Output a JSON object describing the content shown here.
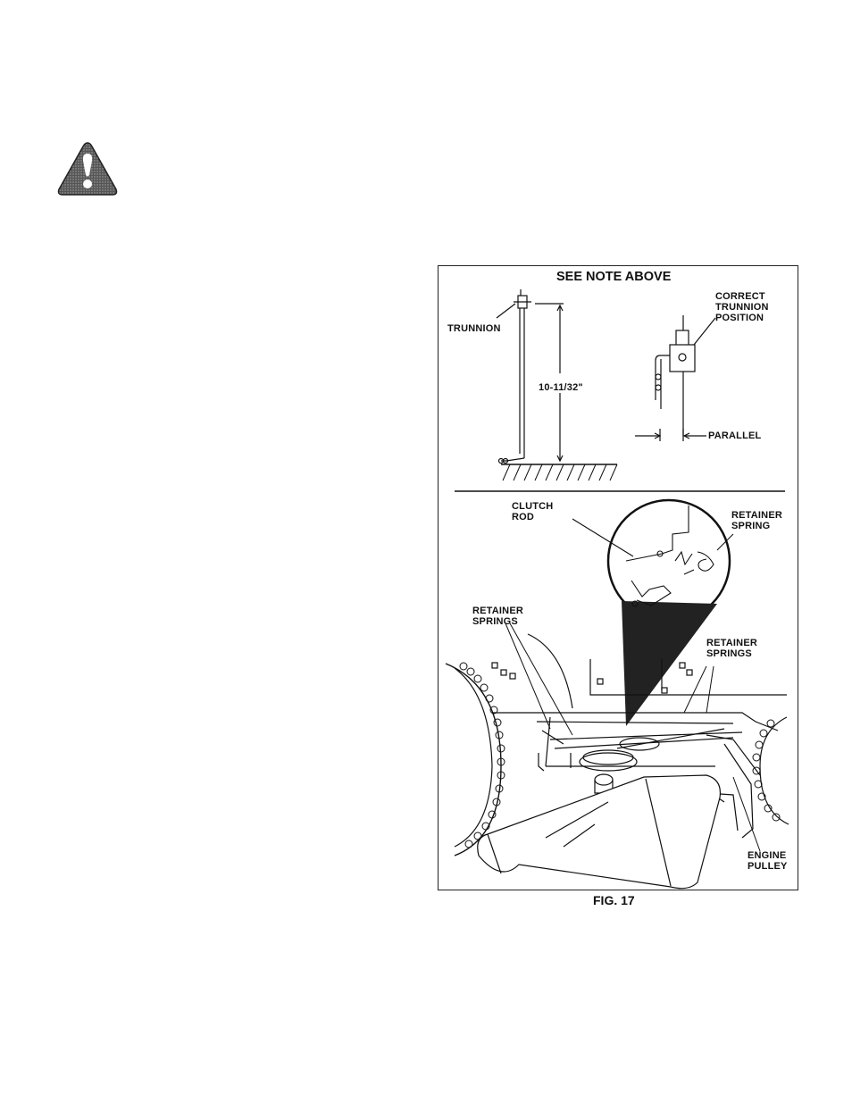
{
  "warning": {
    "icon": "warning-triangle-icon"
  },
  "figure": {
    "note": "SEE NOTE ABOVE",
    "caption": "FIG. 17",
    "labels": {
      "trunnion": "TRUNNION",
      "measurement": "10-11/32\"",
      "correct_position": "CORRECT\nTRUNNION\nPOSITION",
      "parallel": "PARALLEL",
      "clutch_rod": "CLUTCH\nROD",
      "retainer_spring": "RETAINER\nSPRING",
      "retainer_springs_left": "RETAINER\nSPRINGS",
      "retainer_springs_right": "RETAINER\nSPRINGS",
      "engine_pulley": "ENGINE\nPULLEY"
    }
  }
}
